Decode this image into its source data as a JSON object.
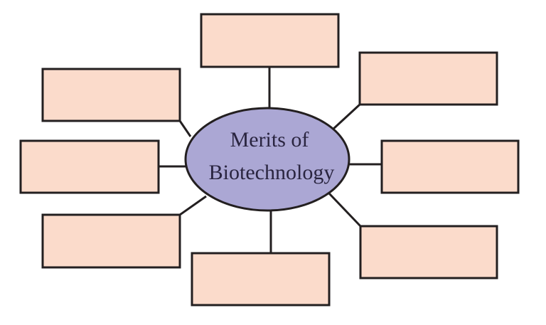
{
  "diagram": {
    "type": "mind-map",
    "center": {
      "line1": "Merits of",
      "line2": "Biotechnology",
      "shape": "ellipse",
      "fill": "#aba7d4",
      "stroke": "#231f20"
    },
    "box_style": {
      "fill": "#fbdbcb",
      "stroke": "#231f20"
    },
    "boxes": [
      {
        "position": "top",
        "text": ""
      },
      {
        "position": "top-right",
        "text": ""
      },
      {
        "position": "right",
        "text": ""
      },
      {
        "position": "bottom-right",
        "text": ""
      },
      {
        "position": "bottom",
        "text": ""
      },
      {
        "position": "bottom-left",
        "text": ""
      },
      {
        "position": "left",
        "text": ""
      },
      {
        "position": "top-left",
        "text": ""
      }
    ]
  }
}
